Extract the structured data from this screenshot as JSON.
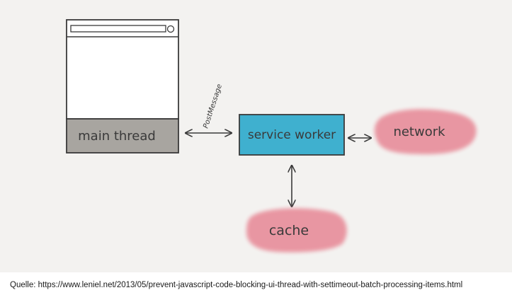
{
  "diagram": {
    "nodes": {
      "main_thread": "main thread",
      "service_worker": "service worker",
      "network": "network",
      "cache": "cache"
    },
    "edge_labels": {
      "post_message": "PostMessage"
    },
    "colors": {
      "background": "#f3f2f0",
      "main_thread_fill": "#a8a5a0",
      "service_worker_fill": "#3fb0cf",
      "cloud_fill": "#e8929e",
      "stroke": "#3a3a3a"
    }
  },
  "caption": "Quelle: https://www.leniel.net/2013/05/prevent-javascript-code-blocking-ui-thread-with-settimeout-batch-processing-items.html"
}
